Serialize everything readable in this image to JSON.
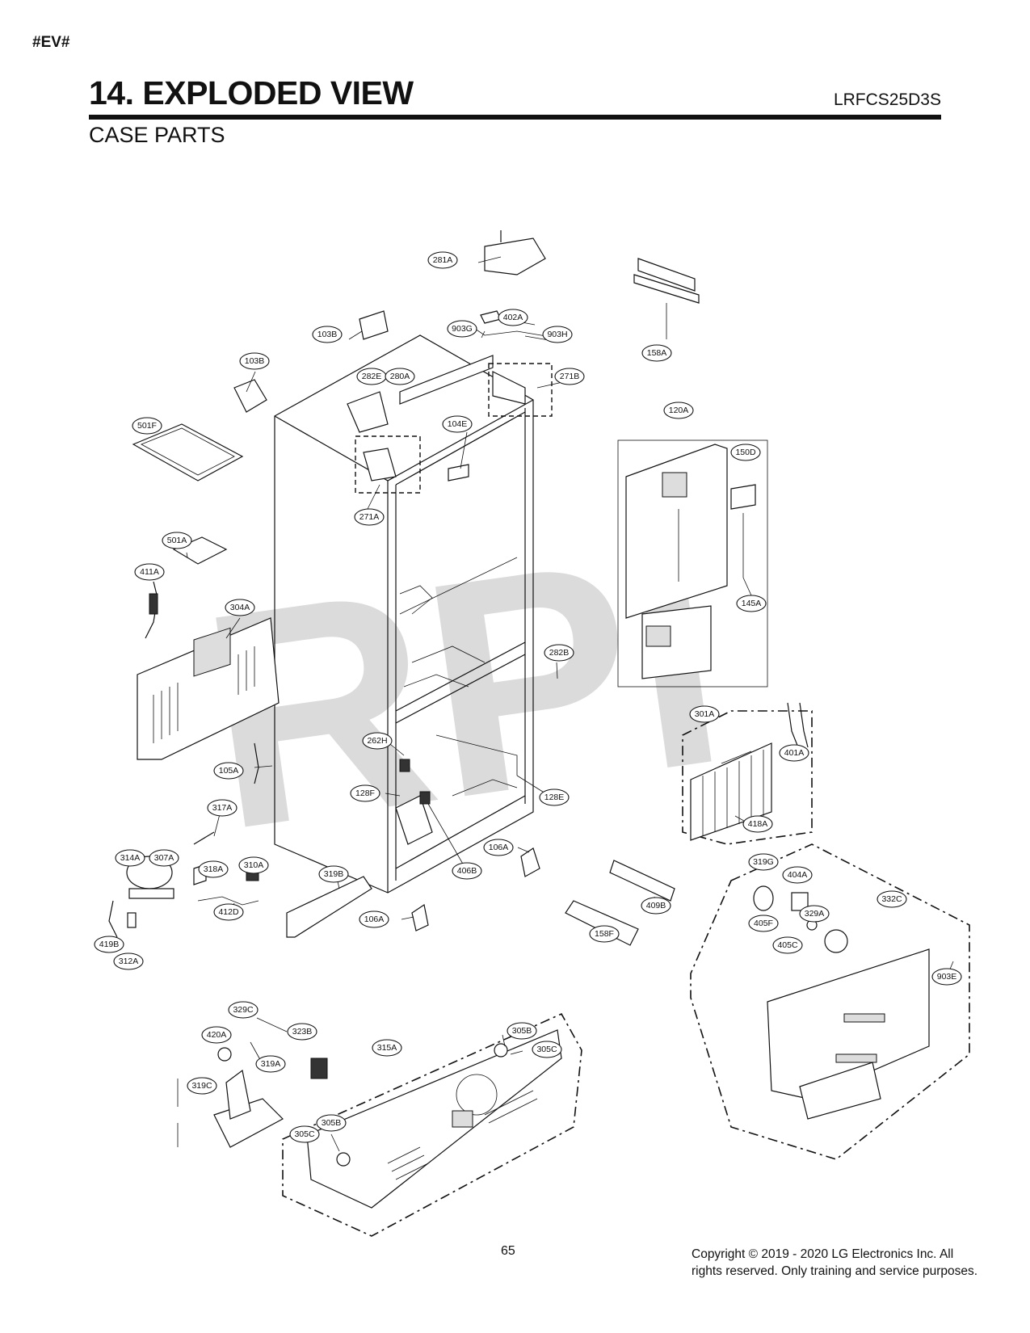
{
  "header": {
    "tag": "#EV#",
    "title": "14. EXPLODED VIEW",
    "model": "LRFCS25D3S",
    "subtitle": "CASE PARTS"
  },
  "watermark": {
    "text": "RPI"
  },
  "callouts": [
    {
      "id": "c281A",
      "label": "281A"
    },
    {
      "id": "c402A",
      "label": "402A"
    },
    {
      "id": "c903G",
      "label": "903G"
    },
    {
      "id": "c903H",
      "label": "903H"
    },
    {
      "id": "c103B1",
      "label": "103B"
    },
    {
      "id": "c103B2",
      "label": "103B"
    },
    {
      "id": "c158A",
      "label": "158A"
    },
    {
      "id": "c282E",
      "label": "282E"
    },
    {
      "id": "c280A",
      "label": "280A"
    },
    {
      "id": "c271B",
      "label": "271B"
    },
    {
      "id": "c501F",
      "label": "501F"
    },
    {
      "id": "c104E",
      "label": "104E"
    },
    {
      "id": "c120A",
      "label": "120A"
    },
    {
      "id": "c150D",
      "label": "150D"
    },
    {
      "id": "c271A",
      "label": "271A"
    },
    {
      "id": "c501A",
      "label": "501A"
    },
    {
      "id": "c411A",
      "label": "411A"
    },
    {
      "id": "c304A",
      "label": "304A"
    },
    {
      "id": "c145A",
      "label": "145A"
    },
    {
      "id": "c282B",
      "label": "282B"
    },
    {
      "id": "c301A",
      "label": "301A"
    },
    {
      "id": "c262H",
      "label": "262H"
    },
    {
      "id": "c401A",
      "label": "401A"
    },
    {
      "id": "c105A",
      "label": "105A"
    },
    {
      "id": "c128F",
      "label": "128F"
    },
    {
      "id": "c128E",
      "label": "128E"
    },
    {
      "id": "c317A",
      "label": "317A"
    },
    {
      "id": "c418A",
      "label": "418A"
    },
    {
      "id": "c106A1",
      "label": "106A"
    },
    {
      "id": "c314A",
      "label": "314A"
    },
    {
      "id": "c307A",
      "label": "307A"
    },
    {
      "id": "c310A",
      "label": "310A"
    },
    {
      "id": "c318A",
      "label": "318A"
    },
    {
      "id": "c406B",
      "label": "406B"
    },
    {
      "id": "c319G",
      "label": "319G"
    },
    {
      "id": "c404A",
      "label": "404A"
    },
    {
      "id": "c319B",
      "label": "319B"
    },
    {
      "id": "c332C",
      "label": "332C"
    },
    {
      "id": "c412D",
      "label": "412D"
    },
    {
      "id": "c409B",
      "label": "409B"
    },
    {
      "id": "c106A2",
      "label": "106A"
    },
    {
      "id": "c329A",
      "label": "329A"
    },
    {
      "id": "c405F",
      "label": "405F"
    },
    {
      "id": "c419B",
      "label": "419B"
    },
    {
      "id": "c158F",
      "label": "158F"
    },
    {
      "id": "c405C",
      "label": "405C"
    },
    {
      "id": "c312A",
      "label": "312A"
    },
    {
      "id": "c903E",
      "label": "903E"
    },
    {
      "id": "c329C",
      "label": "329C"
    },
    {
      "id": "c420A",
      "label": "420A"
    },
    {
      "id": "c323B",
      "label": "323B"
    },
    {
      "id": "c305B1",
      "label": "305B"
    },
    {
      "id": "c315A",
      "label": "315A"
    },
    {
      "id": "c305C1",
      "label": "305C"
    },
    {
      "id": "c319A",
      "label": "319A"
    },
    {
      "id": "c319C",
      "label": "319C"
    },
    {
      "id": "c305B2",
      "label": "305B"
    },
    {
      "id": "c305C2",
      "label": "305C"
    }
  ],
  "footer": {
    "page_number": "65",
    "copyright_line1": "Copyright © 2019 - 2020 LG Electronics Inc. All",
    "copyright_line2": "rights reserved. Only training and service purposes."
  }
}
